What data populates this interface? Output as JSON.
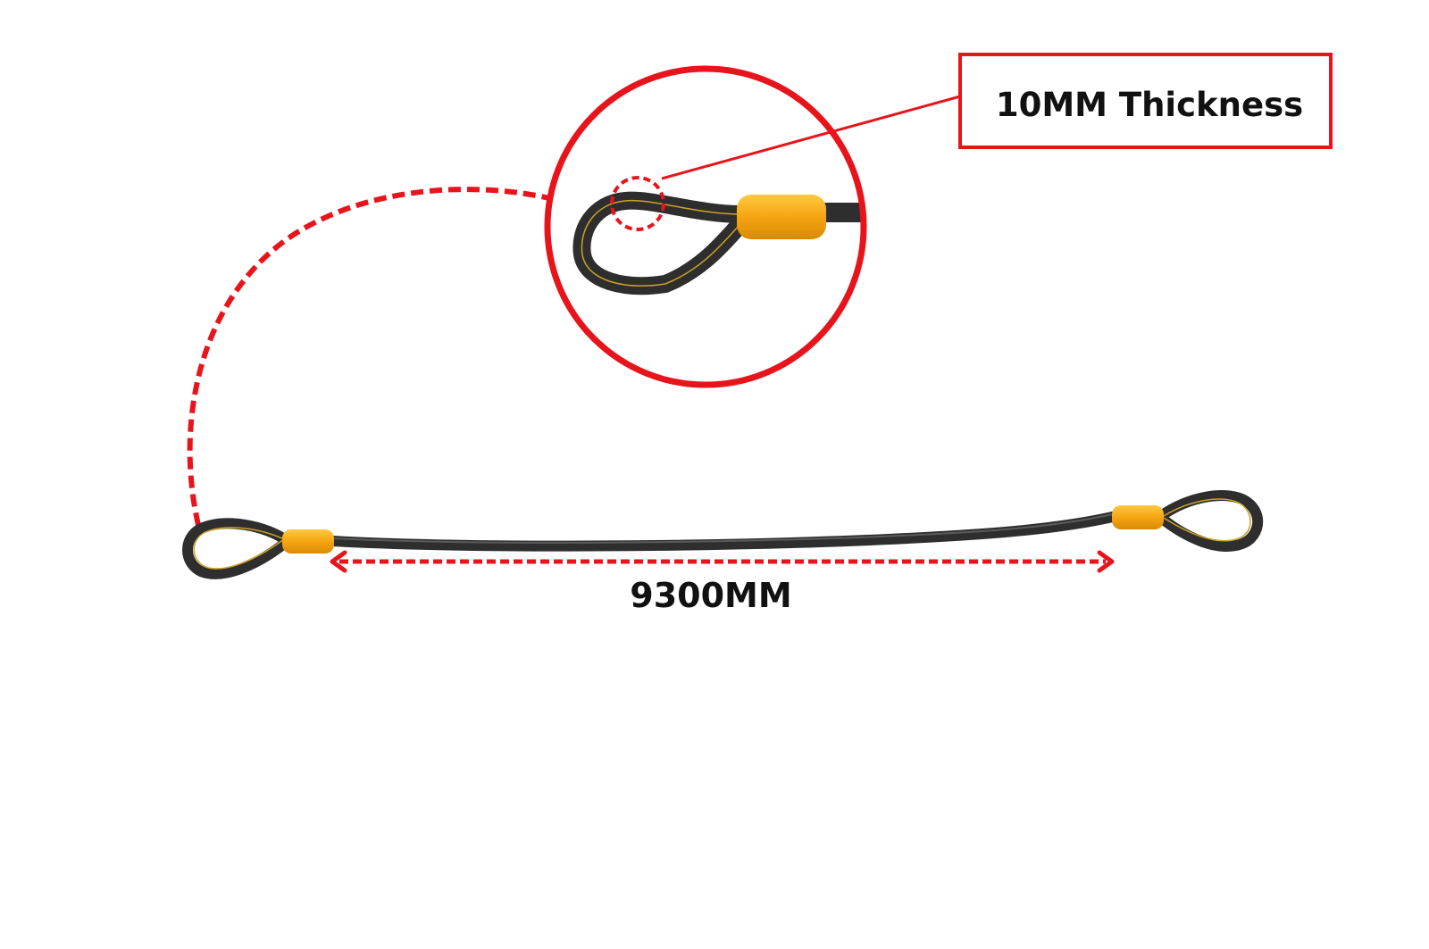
{
  "product": {
    "name": "Double loop security cable"
  },
  "callout": {
    "thickness_label": "10MM Thickness"
  },
  "dimension": {
    "length_label": "9300MM"
  },
  "colors": {
    "annotation_red": "#e8141c",
    "cable_black": "#2e2e2e",
    "cable_grey": "#5a5a5a",
    "inner_stripe_yellow": "#c9a227",
    "ferrule_orange": "#f5a512",
    "ferrule_highlight": "#ffc940",
    "text": "#111111",
    "background": "#ffffff"
  },
  "icons": {
    "magnifier": "zoom-circle-icon",
    "thickness_marker": "dashed-circle-icon",
    "arrow_left": "arrow-left-icon",
    "arrow_right": "arrow-right-icon"
  }
}
